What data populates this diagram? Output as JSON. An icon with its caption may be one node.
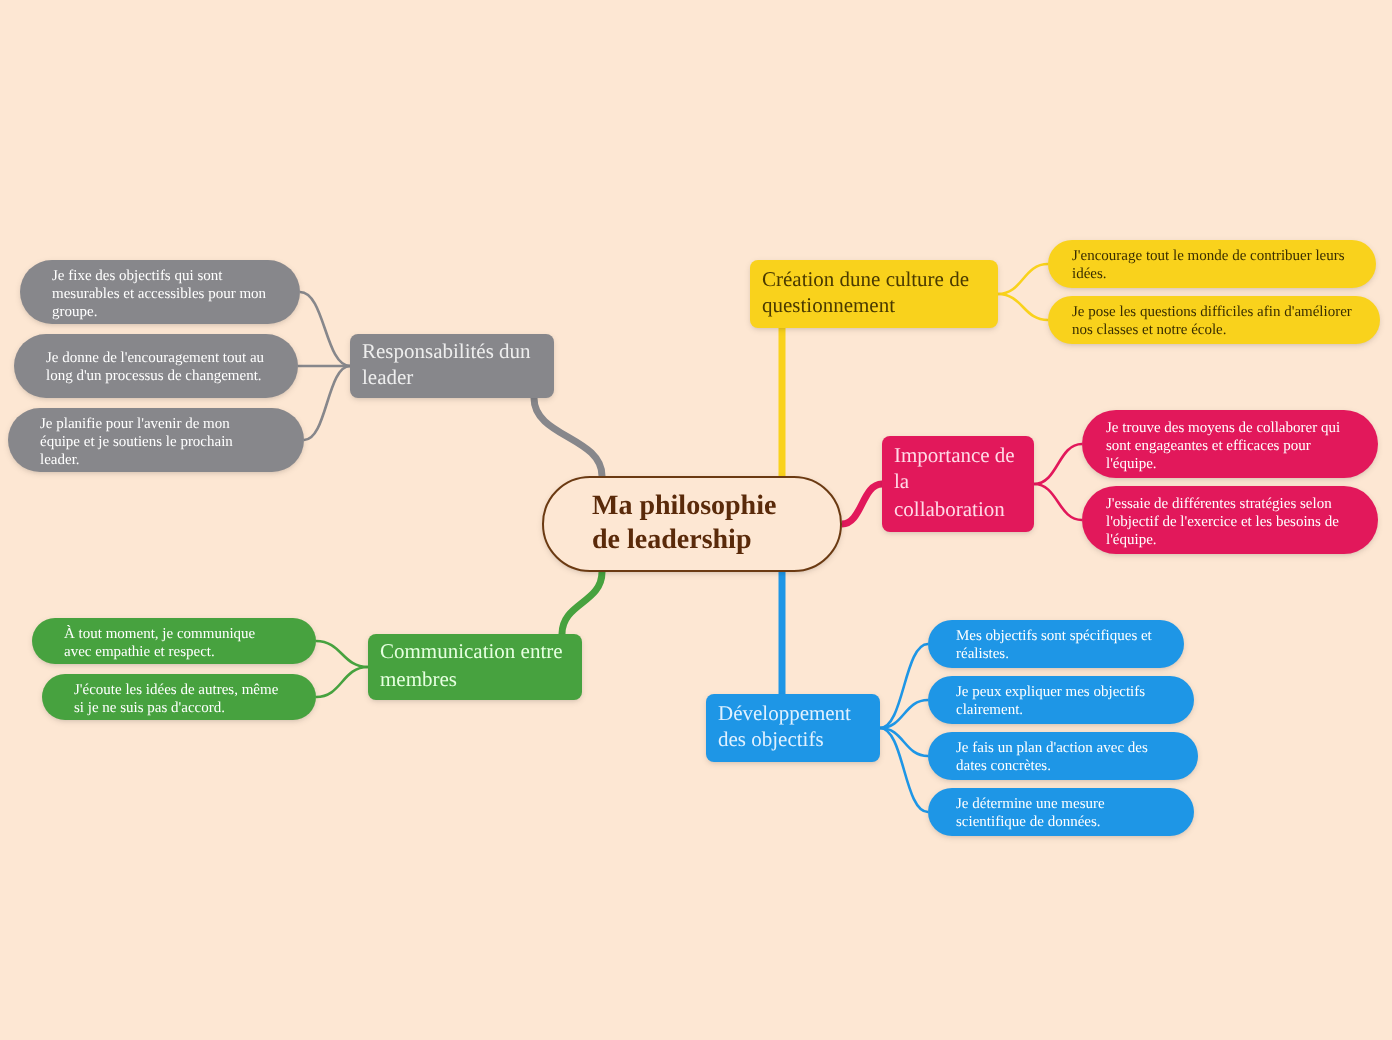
{
  "diagram": {
    "nodes": [
      {
        "text": [
          "Ma philosophie de leadership"
        ]
      },
      {
        "text": [
          "Création dune culture de questionnement"
        ]
      },
      {
        "text": [
          "J'encourage tout le monde de contribuer leurs idées."
        ]
      },
      {
        "text": [
          "Je pose les questions difficiles afin d'améliorer nos classes et notre école."
        ]
      },
      {
        "text": [
          "Importance de la collaboration"
        ]
      },
      {
        "text": [
          "Je trouve des moyens de collaborer qui sont engageantes et efficaces pour l'équipe."
        ]
      },
      {
        "text": [
          "J'essaie de différentes stratégies selon l'objectif de l'exercice et les besoins de l'équipe."
        ]
      },
      {
        "text": [
          "Développement des objectifs"
        ]
      },
      {
        "text": [
          "Mes objectifs sont spécifiques et réalistes."
        ]
      },
      {
        "text": [
          "Je peux expliquer mes objectifs clairement."
        ]
      },
      {
        "text": [
          "Je fais un plan d'action avec des dates concrètes."
        ]
      },
      {
        "text": [
          "Je détermine une mesure scientifique de données."
        ]
      },
      {
        "text": [
          "Responsabilités dun leader"
        ]
      },
      {
        "text": [
          "Je fixe des objectifs qui sont mesurables et accessibles pour mon groupe."
        ]
      },
      {
        "text": [
          "Je donne de l'encouragement tout au long d'un processus de changement."
        ]
      },
      {
        "text": [
          "Je planifie pour l'avenir de mon équipe et je soutiens le prochain leader."
        ]
      },
      {
        "text": [
          "Communication entre membres"
        ]
      },
      {
        "text": [
          "À tout moment, je communique avec empathie et respect."
        ]
      },
      {
        "text": [
          "J'écoute les idées de autres, même si je ne suis pas d'accord."
        ]
      }
    ],
    "edges": [
      {
        "from": 0,
        "to": 1,
        "arrow": "none",
        "style": "thick",
        "color": "#f9d21c"
      },
      {
        "from": 1,
        "to": 2,
        "arrow": "none",
        "color": "#f9d21c"
      },
      {
        "from": 1,
        "to": 3,
        "arrow": "none",
        "color": "#f9d21c"
      },
      {
        "from": 0,
        "to": 4,
        "arrow": "none",
        "style": "thick",
        "color": "#e2185b"
      },
      {
        "from": 4,
        "to": 5,
        "arrow": "none",
        "color": "#e2185b"
      },
      {
        "from": 4,
        "to": 6,
        "arrow": "none",
        "color": "#e2185b"
      },
      {
        "from": 0,
        "to": 7,
        "arrow": "none",
        "style": "thick",
        "color": "#1e96e6"
      },
      {
        "from": 7,
        "to": 8,
        "arrow": "none",
        "color": "#1e96e6"
      },
      {
        "from": 7,
        "to": 9,
        "arrow": "none",
        "color": "#1e96e6"
      },
      {
        "from": 7,
        "to": 10,
        "arrow": "none",
        "color": "#1e96e6"
      },
      {
        "from": 7,
        "to": 11,
        "arrow": "none",
        "color": "#1e96e6"
      },
      {
        "from": 0,
        "to": 12,
        "arrow": "none",
        "style": "thick",
        "color": "#87878b"
      },
      {
        "from": 12,
        "to": 13,
        "arrow": "none",
        "color": "#87878b"
      },
      {
        "from": 12,
        "to": 14,
        "arrow": "none",
        "color": "#87878b"
      },
      {
        "from": 12,
        "to": 15,
        "arrow": "none",
        "color": "#87878b"
      },
      {
        "from": 0,
        "to": 16,
        "arrow": "none",
        "style": "thick",
        "color": "#47a23f"
      },
      {
        "from": 16,
        "to": 17,
        "arrow": "none",
        "color": "#47a23f"
      },
      {
        "from": 16,
        "to": 18,
        "arrow": "none",
        "color": "#47a23f"
      }
    ]
  }
}
